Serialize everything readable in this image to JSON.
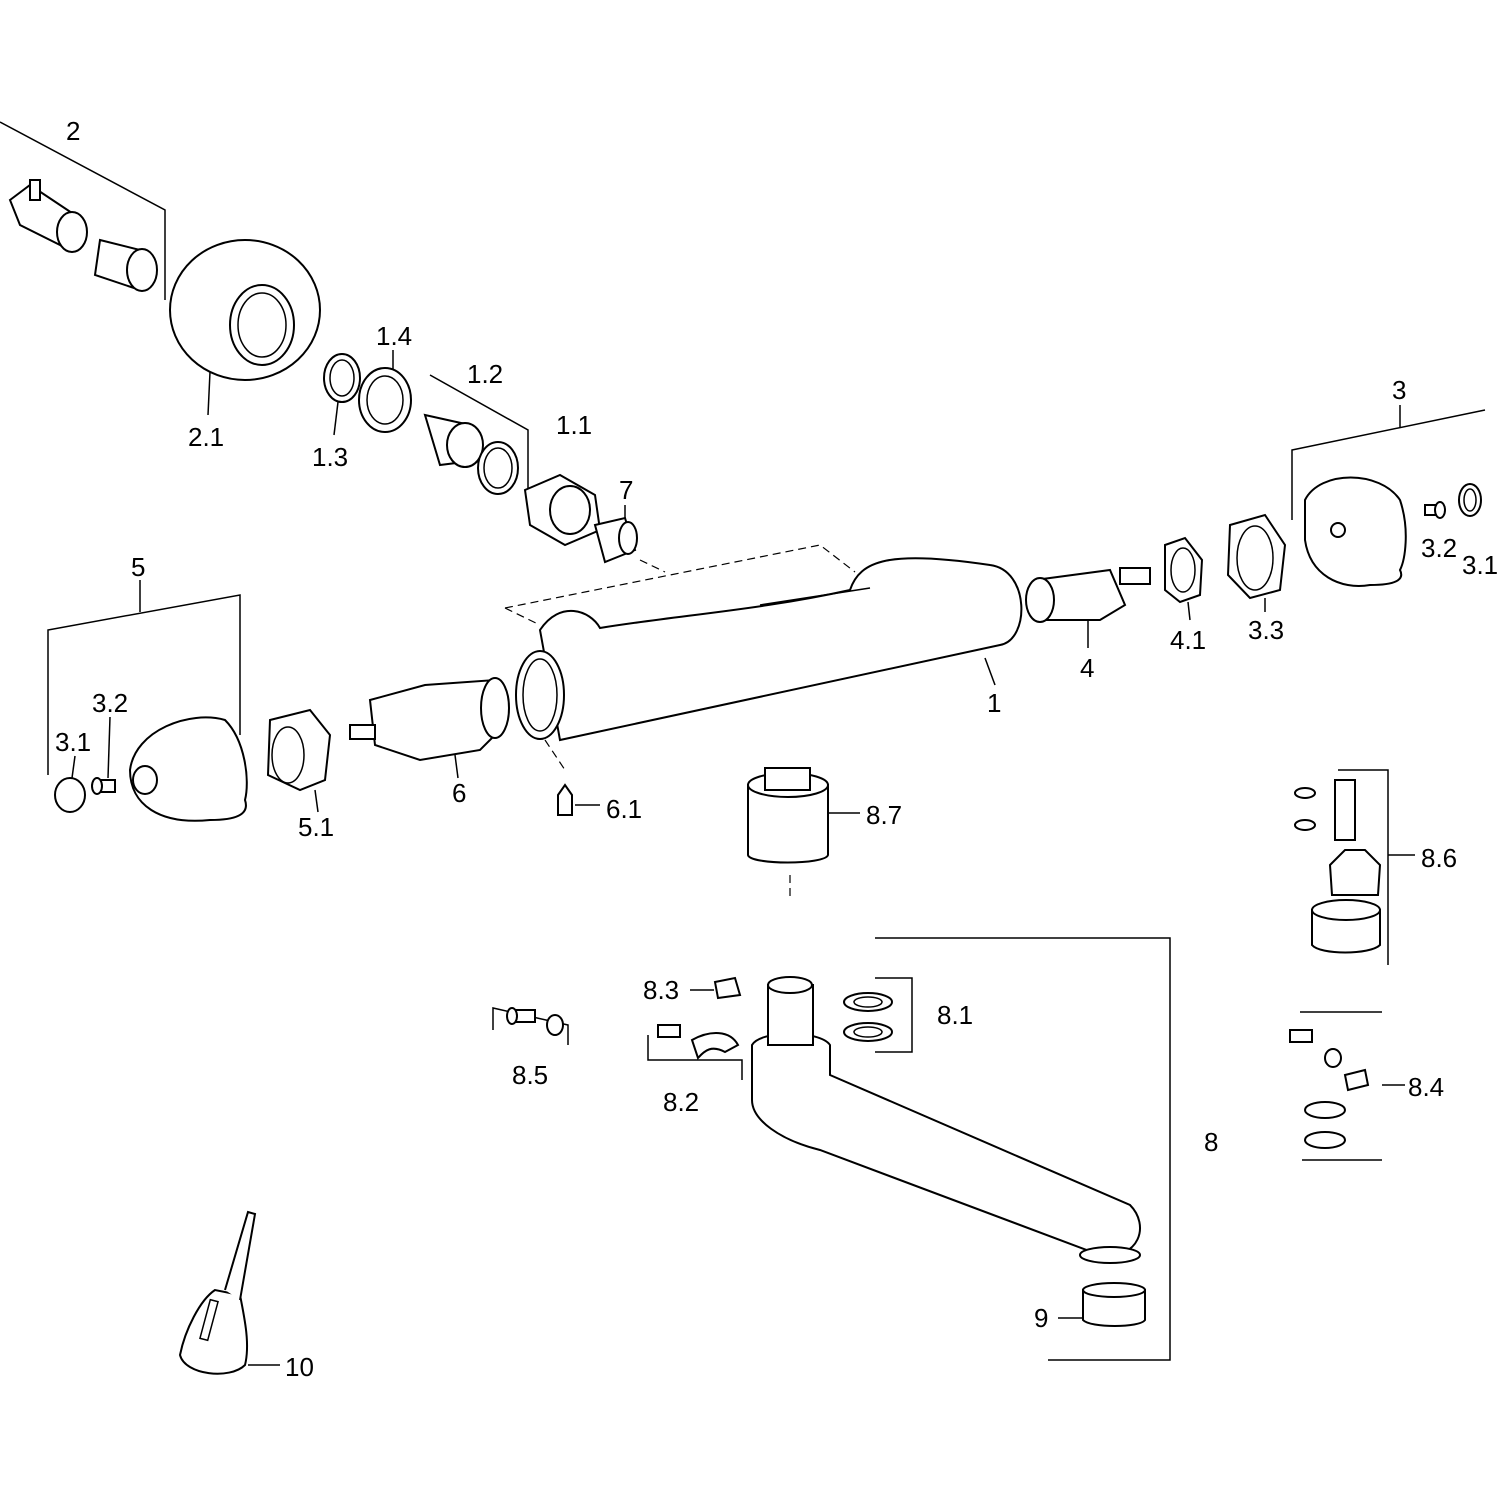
{
  "diagram": {
    "title": "Exploded parts view - thermostatic mixer",
    "colors": {
      "line": "#000000",
      "background": "#ffffff"
    },
    "labels": {
      "p2": "2",
      "p2_1": "2.1",
      "p1_3": "1.3",
      "p1_4": "1.4",
      "p1_2": "1.2",
      "p1_1": "1.1",
      "p7": "7",
      "p3": "3",
      "p3_2a": "3.2",
      "p3_1a": "3.1",
      "p5": "5",
      "p3_2b": "3.2",
      "p3_1b": "3.1",
      "p5_1": "5.1",
      "p6": "6",
      "p6_1": "6.1",
      "p1": "1",
      "p4": "4",
      "p4_1": "4.1",
      "p3_3": "3.3",
      "p8_7": "8.7",
      "p8_6": "8.6",
      "p8_3": "8.3",
      "p8_1": "8.1",
      "p8_5": "8.5",
      "p8_2": "8.2",
      "p8_4": "8.4",
      "p8": "8",
      "p9": "9",
      "p10": "10"
    }
  }
}
